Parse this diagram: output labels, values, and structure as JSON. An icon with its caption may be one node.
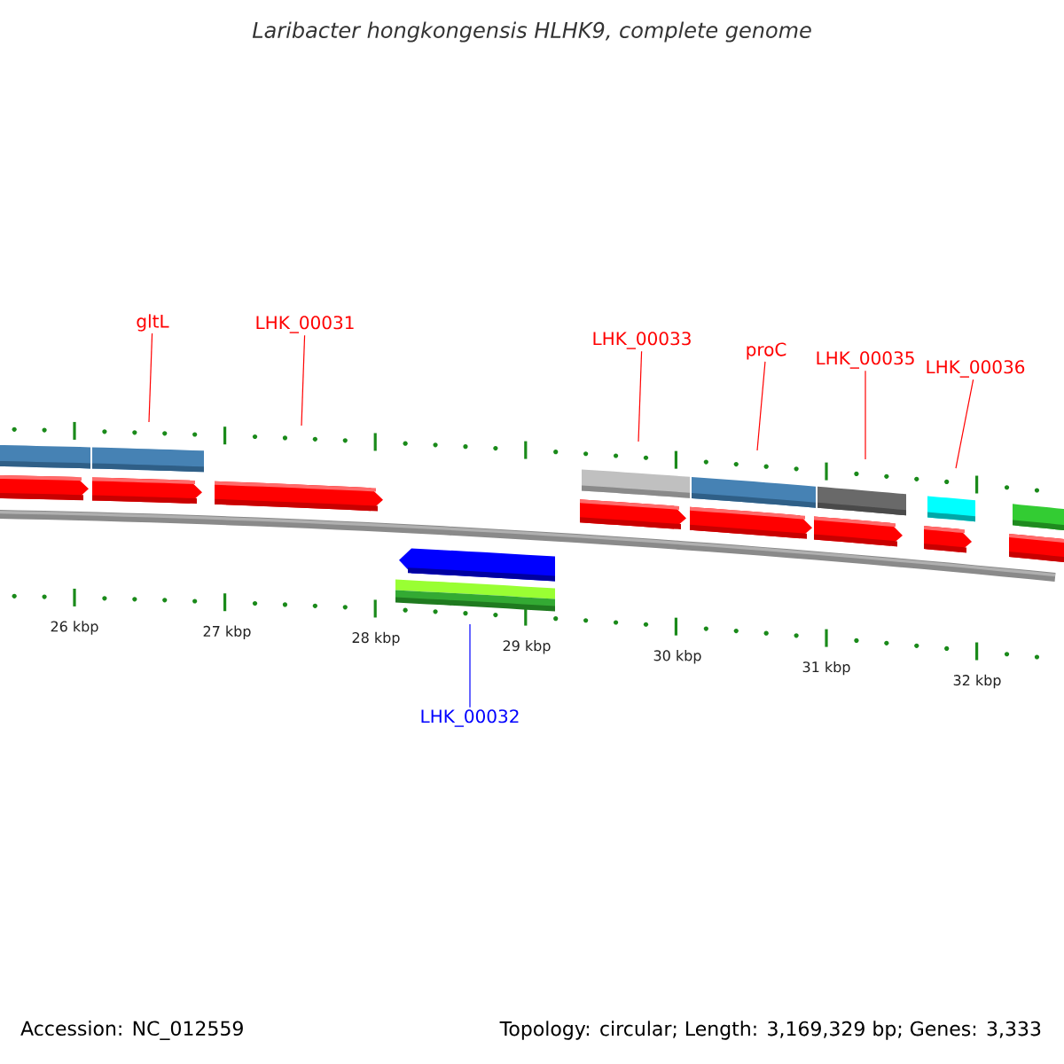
{
  "diagram": {
    "title": "Laribacter hongkongensis HLHK9, complete genome",
    "nodes": [
      {
        "text": [
          "gltL"
        ]
      },
      {
        "text": [
          "LHK_00031"
        ]
      },
      {
        "text": [
          "LHK_00032"
        ]
      },
      {
        "text": [
          "LHK_00033"
        ]
      },
      {
        "text": [
          "proC"
        ]
      },
      {
        "text": [
          "LHK_00035"
        ]
      },
      {
        "text": [
          "LHK_00036"
        ]
      }
    ],
    "edges": [
      {
        "from": 0,
        "to": null,
        "arrow": "none"
      },
      {
        "from": 1,
        "to": null,
        "arrow": "none"
      },
      {
        "from": 2,
        "to": null,
        "arrow": "none",
        "color": "#0000ff"
      },
      {
        "from": 3,
        "to": null,
        "arrow": "none"
      },
      {
        "from": 4,
        "to": null,
        "arrow": "none"
      },
      {
        "from": 5,
        "to": null,
        "arrow": "none"
      },
      {
        "from": 6,
        "to": null,
        "arrow": "none"
      }
    ],
    "labels": [
      "26 kbp",
      "27 kbp",
      "28 kbp",
      "29 kbp",
      "30 kbp",
      "31 kbp",
      "32 kbp",
      "Accession: NC_012559",
      "Topology: circular; Length: 3,169,329 bp; Genes: 3,333"
    ]
  }
}
